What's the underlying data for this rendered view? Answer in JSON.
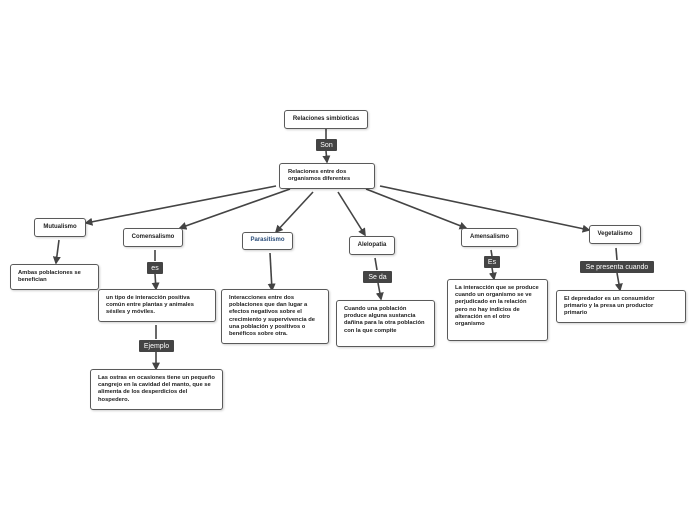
{
  "nodes": {
    "root": "Relaciones simbioticas",
    "center": "Relaciones entre dos organismos diferentes",
    "mutualismo": "Mutualismo",
    "comensalismo": "Comensalismo",
    "parasitismo": "Parasitismo",
    "alelopatia": "Alelopatia",
    "amensalismo": "Amensalismo",
    "vegetalismo": "Vegetalismo",
    "mutualismo_def": "Ambas poblaciones se benefician",
    "comensalismo_def": "un tipo de interacción positiva común entre plantas y animales sésiles y móviles.",
    "comensalismo_ejemplo": "Las ostras en ocasiones tiene un pequeño cangrejo en la cavidad del manto, que se alimenta de los desperdicios del hospedero.",
    "parasitismo_def": "Interacciones entre dos poblaciones que dan lugar a efectos negativos sobre el crecimiento y supervivencia de una población y positivos o benéficos sobre otra.",
    "alelopatia_def": "Cuando una población produce alguna sustancia dañina para la otra población con la que compite",
    "amensalismo_def": "La interacción que se produce cuando un organismo se ve perjudicado en la relación pero no hay indicios de alteración en el otro organismo",
    "vegetalismo_def": "El depredador es un consumidor primario y la presa un productor primario"
  },
  "link_labels": {
    "son": "Son",
    "es_comensalismo": "es",
    "ejemplo": "Ejemplo",
    "se_da": "Se da",
    "es_amensalismo": "Es",
    "se_presenta": "Se presenta cuando"
  },
  "colors": {
    "node_border": "#5a5a5a",
    "edge": "#444444",
    "label_bg": "#444444",
    "label_text": "#ffffff",
    "parasitismo_text": "#2a4d7a"
  }
}
